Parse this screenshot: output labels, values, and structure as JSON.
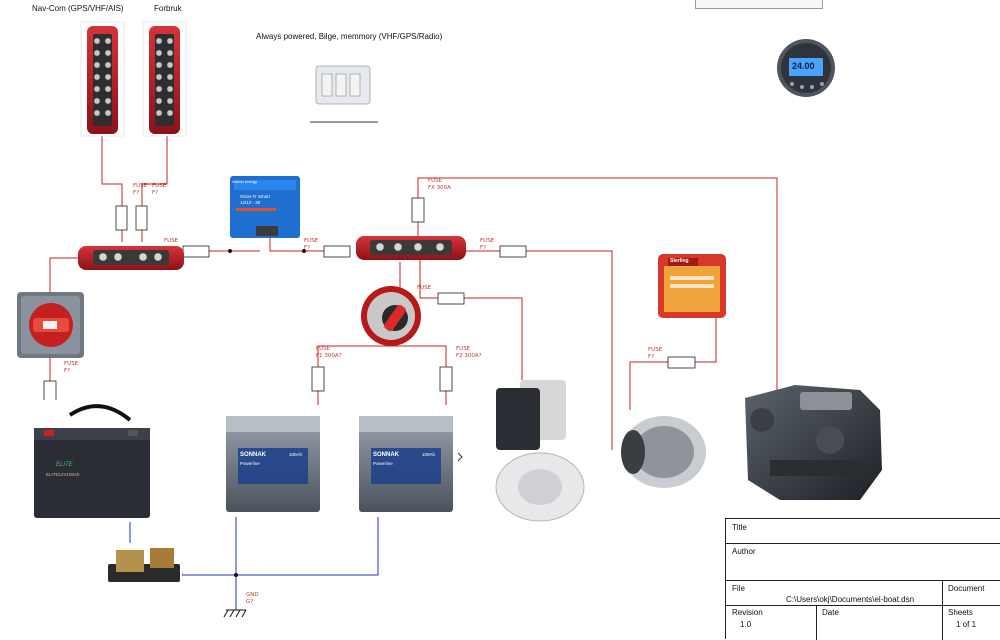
{
  "labels": {
    "navcom": "Nav-Com (GPS/VHF/AIS)",
    "forbruk": "Forbruk",
    "always_powered": "Always powered, Bilge, memmory (VHF/GPS/Radio)"
  },
  "fuses": [
    {
      "id": "f1",
      "line1": "FUSE",
      "line2": "F?"
    },
    {
      "id": "f2",
      "line1": "FUSE",
      "line2": "F?"
    },
    {
      "id": "f3",
      "line1": "FUSE",
      "line2": ""
    },
    {
      "id": "f4",
      "line1": "FUSE",
      "line2": "F?"
    },
    {
      "id": "f5",
      "line1": "FUSE",
      "line2": "FX 300A"
    },
    {
      "id": "f6",
      "line1": "FUSE",
      "line2": "F?"
    },
    {
      "id": "f7",
      "line1": "FUSE",
      "line2": ""
    },
    {
      "id": "f8",
      "line1": "FUSE",
      "line2": "F1 300A?"
    },
    {
      "id": "f9",
      "line1": "FUSE",
      "line2": "F2 300A?"
    },
    {
      "id": "f10",
      "line1": "FUSE",
      "line2": "F?"
    },
    {
      "id": "f11",
      "line1": "FUSE",
      "line2": "F?"
    }
  ],
  "ground": {
    "line1": "GND",
    "line2": "G?"
  },
  "title_block": {
    "title_label": "Title",
    "author_label": "Author",
    "file_label": "File",
    "file_value": "C:\\Users\\okj\\Documents\\el-boat.dsn",
    "document_label": "Document",
    "revision_label": "Revision",
    "revision_value": "1.0",
    "date_label": "Date",
    "sheets_label": "Sheets",
    "sheets_value": "1 of 1"
  },
  "equipment": {
    "charger_brand": "victron energy",
    "charger_line1": "Orion-Tr Smart",
    "charger_line2": "12/12 - 30",
    "monitor_display": "24.00",
    "battery_label": "ELITE",
    "battery_model": "ELITE12V100Ah",
    "starter_brand": "SONNAK",
    "starter_model": "Powerline",
    "starter_capacity": "100Ah",
    "splitter_brand": "Sterling"
  },
  "colors": {
    "wire_red": "#cc1f1f",
    "wire_blue": "#1f2fcc",
    "fuse_label": "#c0392b"
  }
}
